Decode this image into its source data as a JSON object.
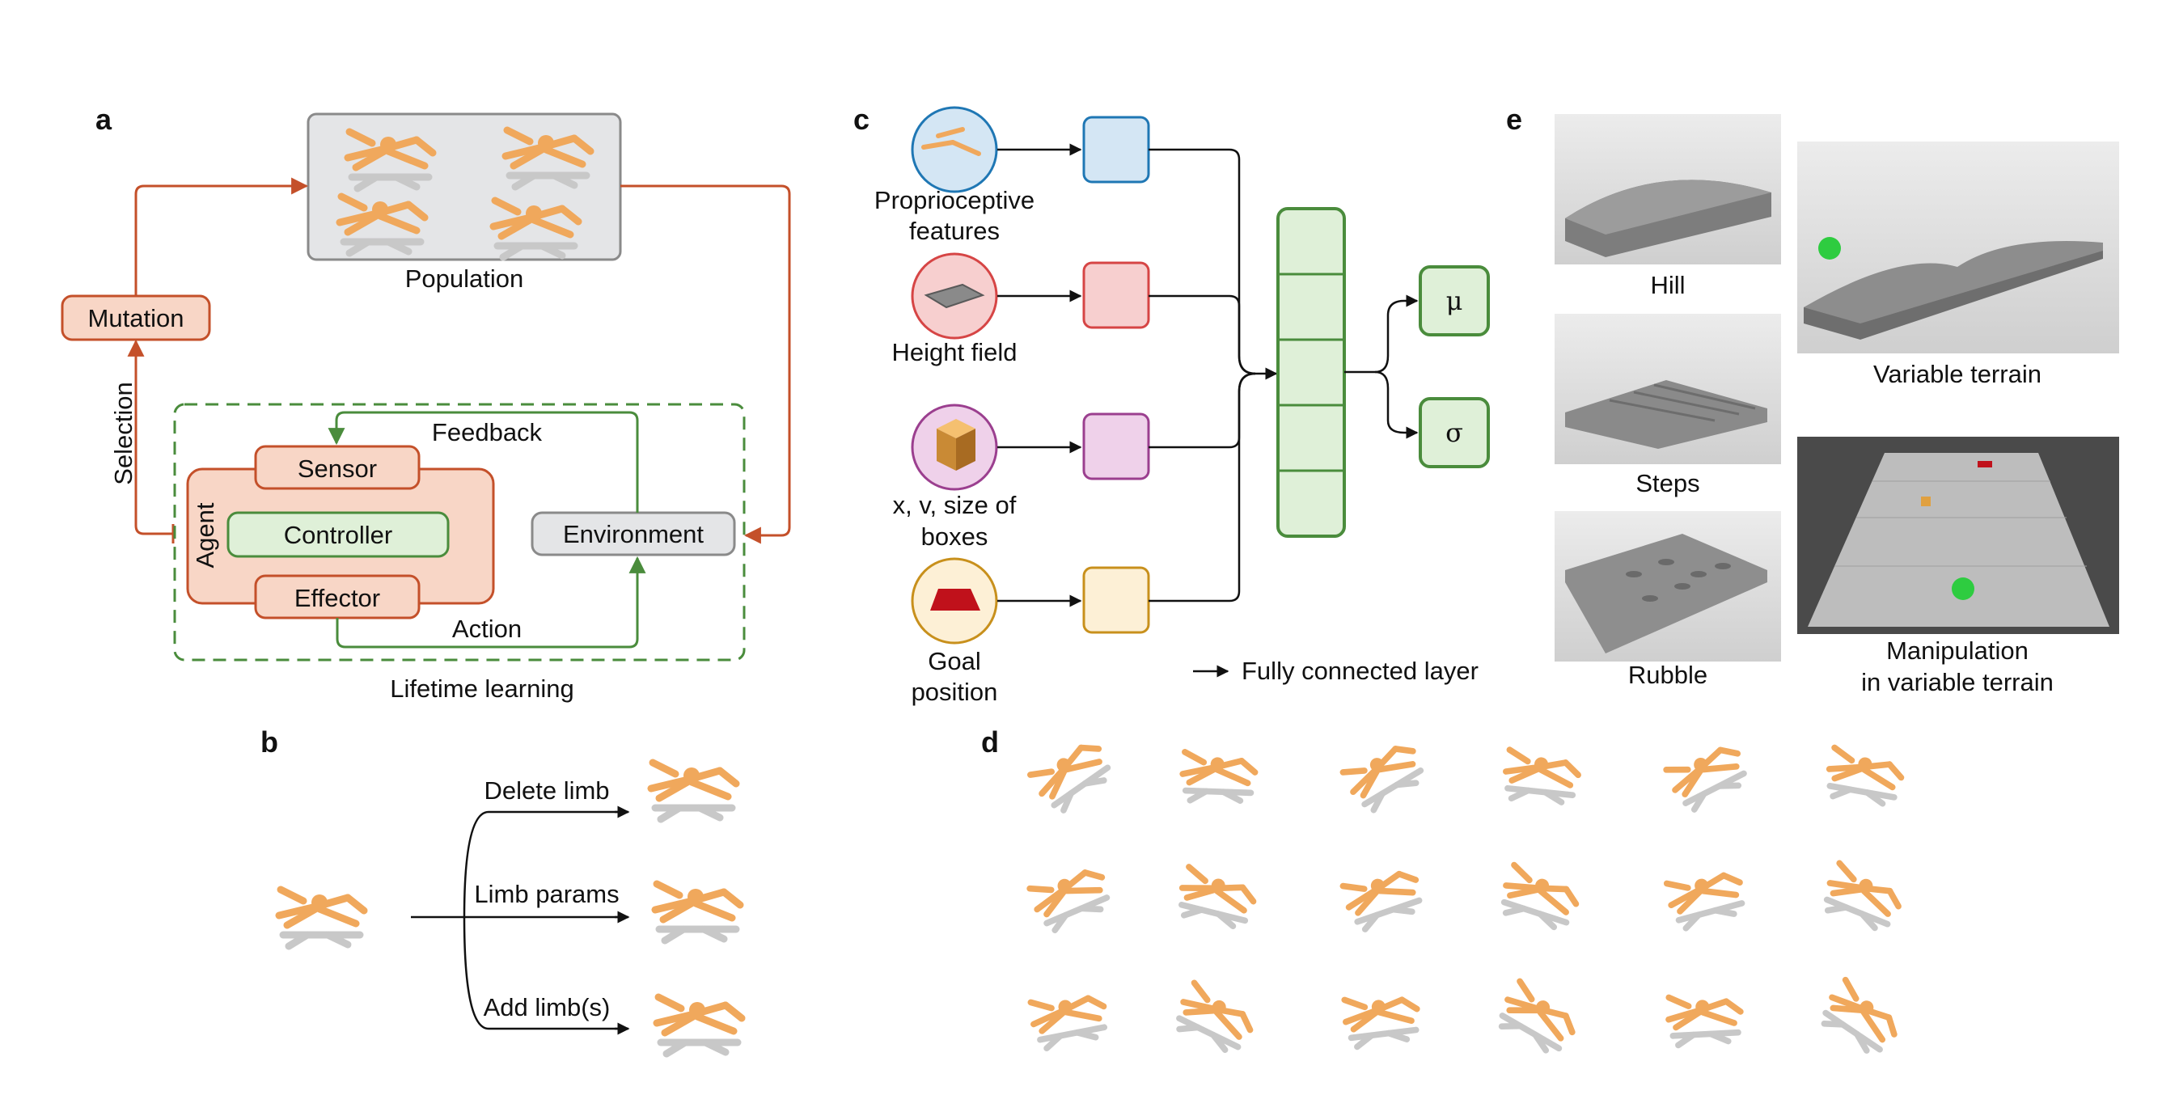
{
  "panel_a": {
    "letter": "a",
    "population": "Population",
    "mutation": "Mutation",
    "selection": "Selection",
    "feedback": "Feedback",
    "sensor": "Sensor",
    "agent": "Agent",
    "controller": "Controller",
    "effector": "Effector",
    "environment": "Environment",
    "action": "Action",
    "lifetime_learning": "Lifetime learning"
  },
  "panel_b": {
    "letter": "b",
    "branches": [
      "Delete limb",
      "Limb params",
      "Add limb(s)"
    ]
  },
  "panel_c": {
    "letter": "c",
    "inputs": [
      {
        "line1": "Proprioceptive",
        "line2": "features",
        "color": "#1f77b4",
        "fill": "#d4e6f4"
      },
      {
        "line1": "Height field",
        "line2": "",
        "color": "#d64545",
        "fill": "#f7cfcf"
      },
      {
        "line1": "x, v, size of",
        "line2": "boxes",
        "color": "#9b3f8f",
        "fill": "#efd1ea"
      },
      {
        "line1": "Goal",
        "line2": "position",
        "color": "#c8901c",
        "fill": "#fdf0d6"
      }
    ],
    "outputs": [
      "μ",
      "σ"
    ],
    "legend": "Fully connected layer",
    "network_color": "#4a8c3c",
    "network_fill": "#dff0d8"
  },
  "panel_d": {
    "letter": "d"
  },
  "panel_e": {
    "letter": "e",
    "environments": [
      "Hill",
      "Steps",
      "Rubble",
      "Variable terrain",
      "Manipulation",
      "in variable terrain"
    ]
  }
}
